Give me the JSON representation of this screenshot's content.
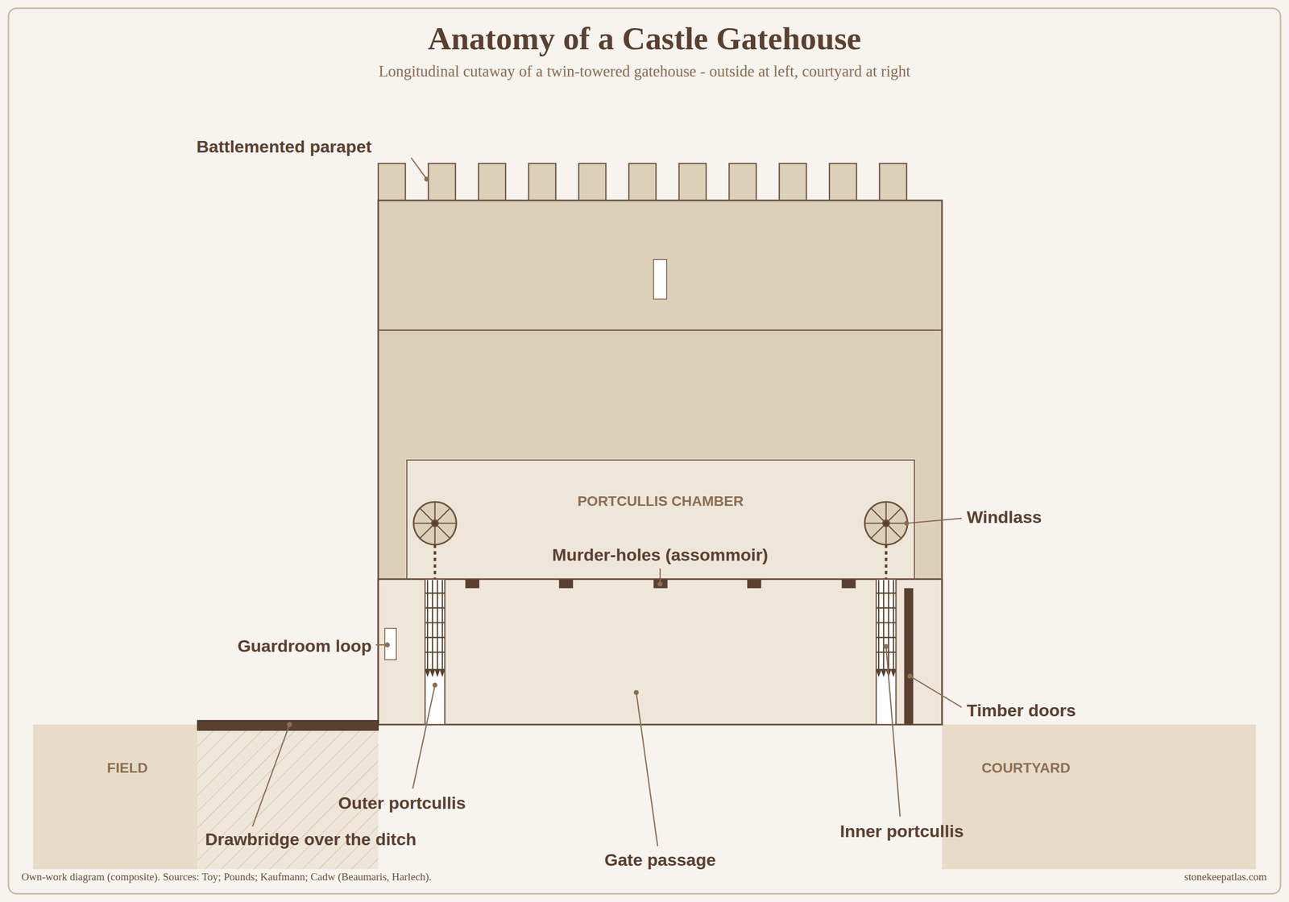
{
  "diagram": {
    "title": "Anatomy of a Castle Gatehouse",
    "caption": "Longitudinal cutaway of a twin-towered gatehouse - outside at left, courtyard at right",
    "nodes": [
      {
        "text": [
          "PORTCULLIS CHAMBER"
        ]
      },
      {
        "text": [
          "FIELD"
        ]
      },
      {
        "text": [
          "COURTYARD"
        ]
      }
    ],
    "labels": [
      "Battlemented parapet",
      "Windlass",
      "Murder-holes (assommoir)",
      "Guardroom loop",
      "Timber doors",
      "Outer portcullis",
      "Drawbridge over the ditch",
      "Gate passage",
      "Inner portcullis",
      "Own-work diagram (composite). Sources: Toy; Pounds; Kaufmann; Cadw (Beaumaris, Harlech).",
      "stonekeepatlas.com"
    ]
  }
}
